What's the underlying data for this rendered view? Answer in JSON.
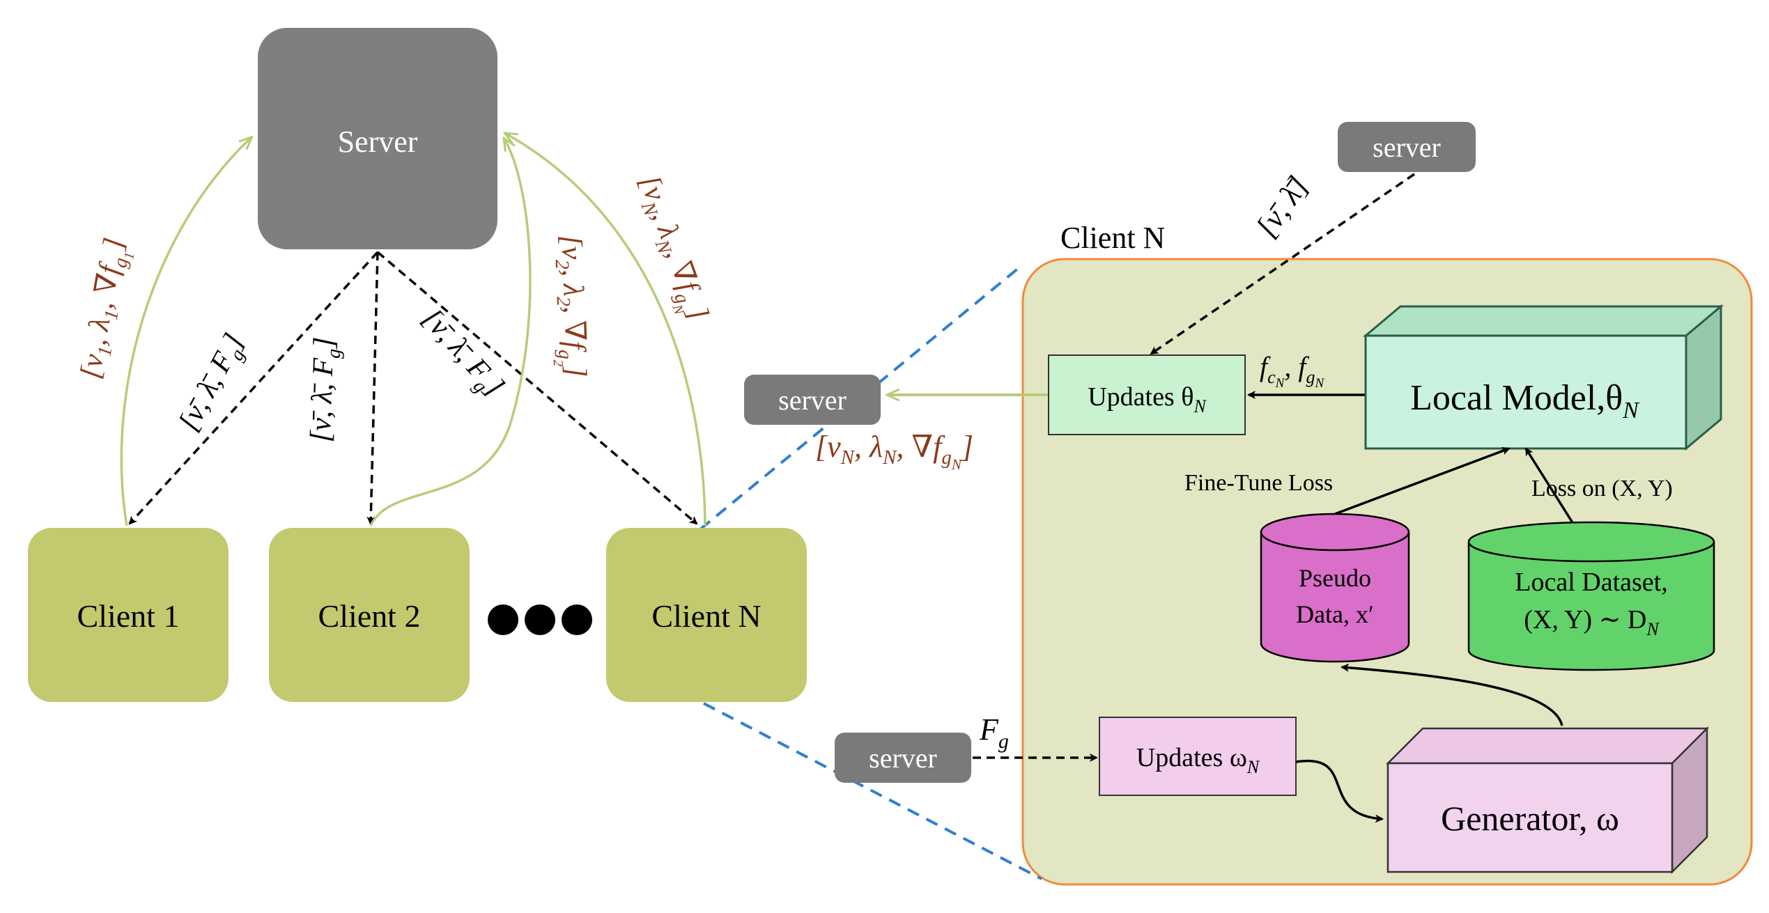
{
  "colors": {
    "server_fill": "#7f7f7f",
    "client_fill": "#c3c96e",
    "panel_fill": "#e2e6c2",
    "panel_border": "#f08a3c",
    "updates_theta_fill": "#c9f2d0",
    "local_model_front": "#c9f2df",
    "local_model_top": "#aee3c3",
    "local_model_side": "#96c9ab",
    "local_model_border": "#2a5e4a",
    "pseudo_fill": "#d96fc8",
    "local_dataset_fill": "#62d26a",
    "updates_omega_fill": "#f2cdec",
    "generator_front": "#f2d3ee",
    "generator_side": "#c7a7bf",
    "green_arrow": "#b6cd7a",
    "blue_dash": "#2f7fd0",
    "upload_text": "#8b3a1a",
    "server_tag_fill": "#7a7a7a"
  },
  "server": {
    "label": "Server"
  },
  "clients": [
    {
      "label": "Client 1"
    },
    {
      "label": "Client 2"
    },
    {
      "label": "Client N"
    }
  ],
  "ellipsis_icon": "three-dots",
  "broadcast_labels": [
    "[ν̄, λ̄, F",
    "[ν̄, λ̄, F",
    "[ν̄, λ̄, F"
  ],
  "broadcast_sub": "g",
  "upload_labels": [
    {
      "main": "[ν",
      "sub1": "1",
      "mid1": ", λ",
      "sub2": "1",
      "mid2": ", ∇f",
      "sub3": "g",
      "subsub": "1",
      "end": "]"
    },
    {
      "main": "[ν",
      "sub1": "2",
      "mid1": ", λ",
      "sub2": "2",
      "mid2": ", ∇f",
      "sub3": "g",
      "subsub": "2",
      "end": "]"
    },
    {
      "main": "[ν",
      "sub1": "N",
      "mid1": ", λ",
      "sub2": "N",
      "mid2": ", ∇f",
      "sub3": "g",
      "subsub": "N",
      "end": "]"
    }
  ],
  "panel": {
    "title": "Client N",
    "server_tag_top": "server",
    "server_tag_left": "server",
    "server_tag_bottom": "server",
    "top_server_label": "[ν̄, λ̄]",
    "updates_theta": {
      "text": "Updates θ",
      "sub": "N"
    },
    "f_label": {
      "f": "f",
      "c": "c",
      "n1": "N",
      "sep": ", f",
      "g": "g",
      "n2": "N"
    },
    "local_model": {
      "text": "Local Model,θ",
      "sub": "N"
    },
    "upload_out": {
      "main": "[ν",
      "s1": "N",
      "mid1": ", λ",
      "s2": "N",
      "mid2": ", ∇f",
      "s3": "g",
      "ss": "N",
      "end": "]"
    },
    "fine_tune_loss": "Fine-Tune Loss",
    "loss_on": "Loss on (X, Y)",
    "pseudo_data": {
      "line1": "Pseudo",
      "line2": "Data, x′"
    },
    "local_dataset": {
      "line1": "Local Dataset,",
      "line2": "(X, Y) ∼ D",
      "sub": "N"
    },
    "fg_label": {
      "main": "F",
      "sub": "g"
    },
    "updates_omega": {
      "text": "Updates ω",
      "sub": "N"
    },
    "generator": {
      "text": "Generator, ω"
    }
  }
}
